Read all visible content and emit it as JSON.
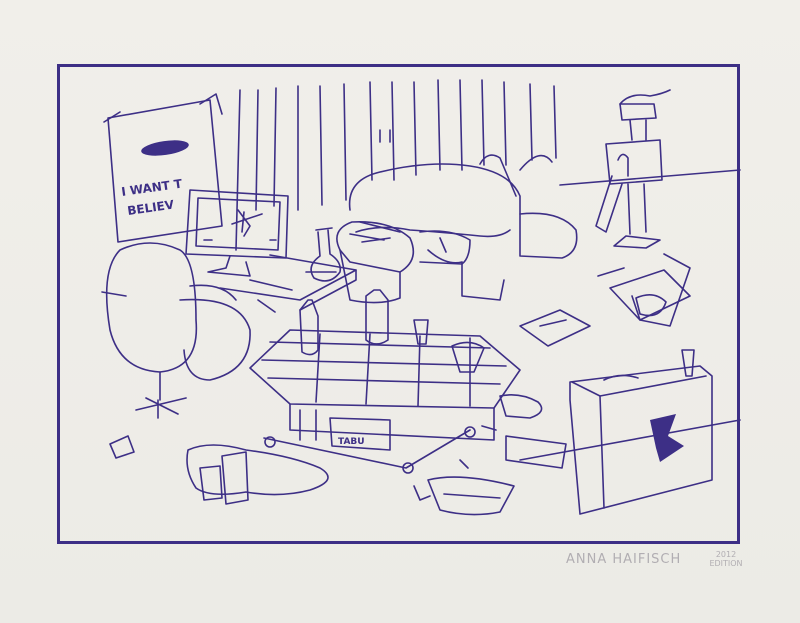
{
  "artwork": {
    "poster_text_line1": "I WANT T",
    "poster_text_line2": "BELIEV",
    "box_label_tabu": "TABU",
    "signature": "ANNA HAIFISCH",
    "edition_year": "2012",
    "edition_label": "EDITION"
  },
  "colors": {
    "ink": "#3d2f86",
    "paper": "#efede8",
    "pencil": "#b1aeb2"
  }
}
